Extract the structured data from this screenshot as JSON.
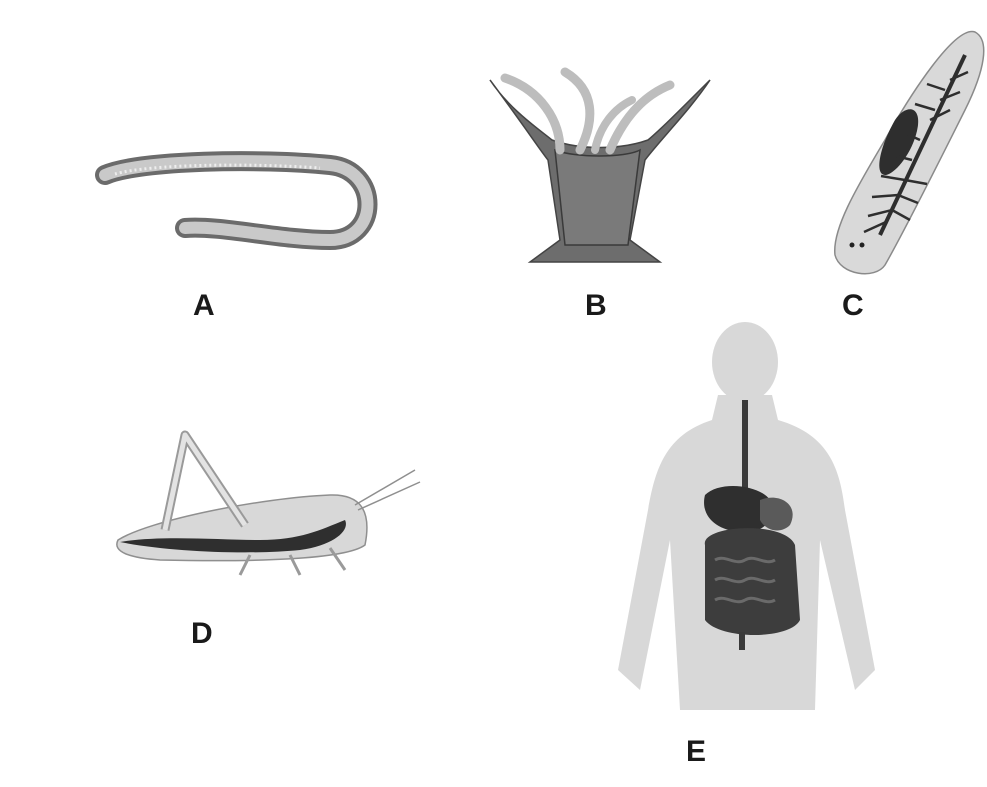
{
  "labels": {
    "a": "A",
    "b": "B",
    "c": "C",
    "d": "D",
    "e": "E"
  },
  "colors": {
    "dark_gut": "#3a3a3a",
    "body_gray": "#c9c9c9",
    "outline": "#6b6b6b",
    "silhouette": "#d8d8d8"
  }
}
